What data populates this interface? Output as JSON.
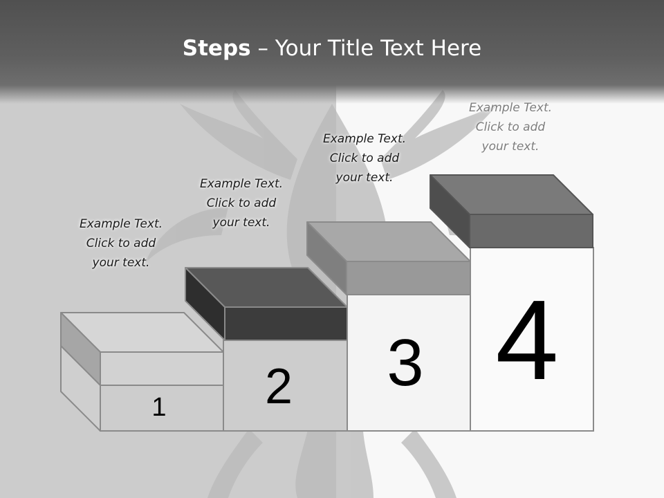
{
  "slide": {
    "title_bold": "Steps",
    "title_rest": " – Your Title Text Here"
  },
  "steps": [
    {
      "number": "1",
      "text": "Example Text.\nClick  to add\nyour text."
    },
    {
      "number": "2",
      "text": "Example Text.\nClick  to add\nyour text."
    },
    {
      "number": "3",
      "text": "Example Text.\nClick  to add\nyour text."
    },
    {
      "number": "4",
      "text": "Example Text.\nClick  to add\nyour text."
    }
  ],
  "colors": {
    "title_bar": "#555555",
    "step1_lid": "#d6d6d6",
    "step2_lid": "#4a4a4a",
    "step3_lid": "#a5a5a5",
    "step4_lid": "#787878"
  }
}
